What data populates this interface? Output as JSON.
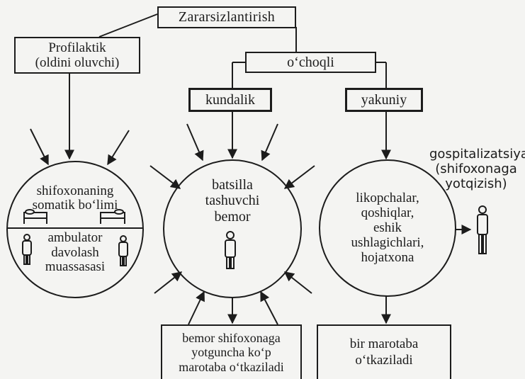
{
  "top": {
    "label": "Zararsizlantirish"
  },
  "profilaktik": {
    "line1": "Profilaktik",
    "line2": "(oldini oluvchi)"
  },
  "ochoqli": {
    "label": "o‘choqli"
  },
  "kundalik": {
    "label": "kundalik"
  },
  "yakuniy": {
    "label": "yakuniy"
  },
  "left_circle": {
    "upper": [
      "shifoxonaning",
      "somatik bo‘limi"
    ],
    "lower": [
      "ambulator",
      "davolash",
      "muassasasi"
    ]
  },
  "middle_circle": {
    "lines": [
      "batsilla",
      "tashuvchi",
      "bemor"
    ]
  },
  "right_circle": {
    "lines": [
      "likopchalar,",
      "qoshiqlar,",
      "eshik",
      "ushlagichlari,",
      "hojatxona"
    ]
  },
  "gospital": {
    "lines": [
      "gospitalizatsiya",
      "(shifoxonaga",
      "yotqizish)"
    ]
  },
  "bottom_middle": {
    "lines": [
      "bemor shifoxonaga",
      "yotguncha ko‘p",
      "marotaba o‘tkaziladi"
    ]
  },
  "bottom_right": {
    "lines": [
      "bir marotaba",
      "o‘tkaziladi"
    ]
  },
  "icons": [
    "bed-icon",
    "person-icon"
  ],
  "colors": {
    "ink": "#1c1c1c",
    "paper": "#f4f4f2"
  }
}
